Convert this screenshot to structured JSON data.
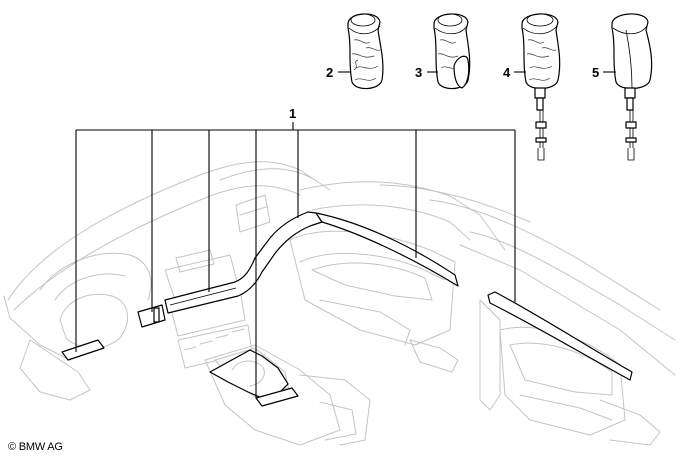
{
  "diagram": {
    "callouts": [
      {
        "id": "1",
        "label": "1"
      },
      {
        "id": "2",
        "label": "2"
      },
      {
        "id": "3",
        "label": "3"
      },
      {
        "id": "4",
        "label": "4"
      },
      {
        "id": "5",
        "label": "5"
      }
    ],
    "copyright": "© BMW AG"
  }
}
